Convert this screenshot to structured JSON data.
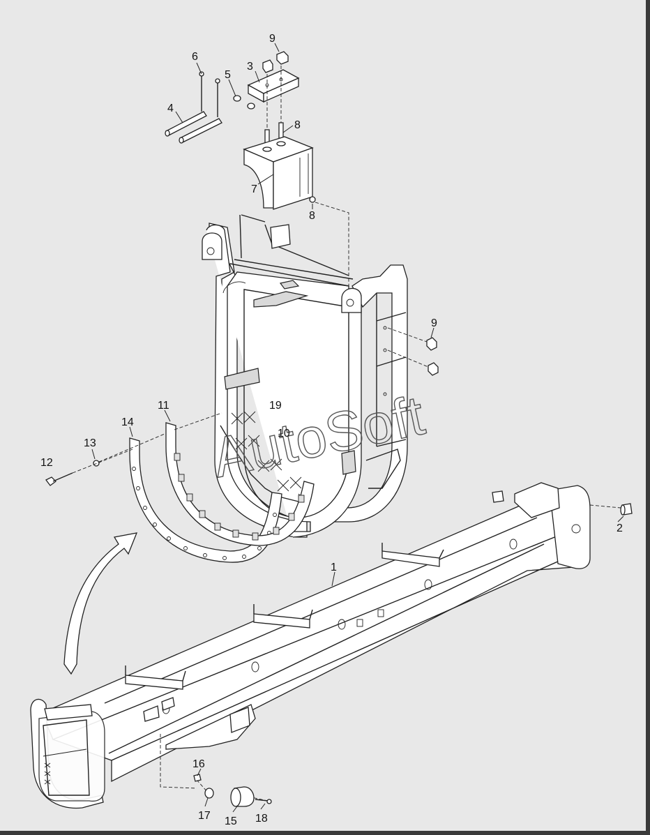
{
  "watermark": "AutoSoft",
  "callouts": [
    {
      "id": "c1",
      "text": "1"
    },
    {
      "id": "c2",
      "text": "2"
    },
    {
      "id": "c3",
      "text": "3"
    },
    {
      "id": "c4",
      "text": "4"
    },
    {
      "id": "c5",
      "text": "5"
    },
    {
      "id": "c6",
      "text": "6"
    },
    {
      "id": "c7",
      "text": "7"
    },
    {
      "id": "c8a",
      "text": "8"
    },
    {
      "id": "c8b",
      "text": "8"
    },
    {
      "id": "c9a",
      "text": "9"
    },
    {
      "id": "c9b",
      "text": "9"
    },
    {
      "id": "c10",
      "text": "10"
    },
    {
      "id": "c11",
      "text": "11"
    },
    {
      "id": "c12",
      "text": "12"
    },
    {
      "id": "c13",
      "text": "13"
    },
    {
      "id": "c14",
      "text": "14"
    },
    {
      "id": "c15",
      "text": "15"
    },
    {
      "id": "c16",
      "text": "16"
    },
    {
      "id": "c17",
      "text": "17"
    },
    {
      "id": "c18",
      "text": "18"
    },
    {
      "id": "c19",
      "text": "19"
    }
  ]
}
